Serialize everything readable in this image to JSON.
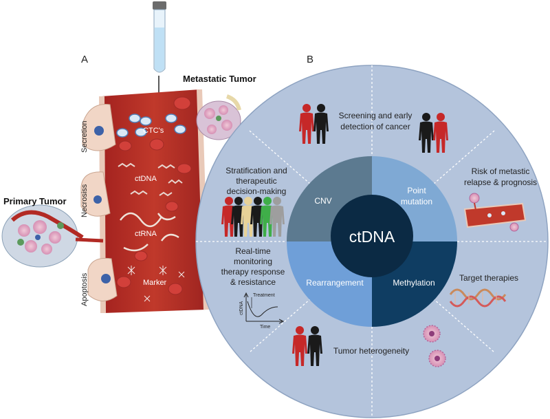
{
  "panel_a": {
    "letter": "A",
    "metastatic_tumor": "Metastatic Tumor",
    "primary_tumor": "Primary Tumor",
    "processes": {
      "secretion": "Secretion",
      "necrosis": "Necrosiss",
      "apoptosis": "Apoptosis"
    },
    "vessel_labels": {
      "ctc": "CTC's",
      "ctdna": "ctDNA",
      "ctrna": "ctRNA",
      "marker": "Marker"
    }
  },
  "panel_b": {
    "letter": "B",
    "center": "ctDNA",
    "quadrants": {
      "cnv": "CNV",
      "point_mutation": [
        "Point",
        "mutation"
      ],
      "rearrangement": "Rearrangement",
      "methylation": "Methylation"
    },
    "applications": {
      "screening": [
        "Screening and early",
        "detection of cancer"
      ],
      "risk": [
        "Risk of metastic",
        "relapse & prognosis"
      ],
      "target": "Target therapies",
      "heterogeneity": "Tumor heterogeneity",
      "monitoring": [
        "Real-time",
        "monitoring",
        "therapy response",
        "& resistance"
      ],
      "stratification": [
        "Stratification and",
        "therapeutic",
        "decision-making"
      ]
    },
    "mini_chart": {
      "ylabel": "ctDNA",
      "xlabel": "Time",
      "annotation": "Treatment"
    }
  },
  "colors": {
    "outer_ring": "#b4c4dc",
    "cnv": "#5c7a90",
    "point_mutation": "#7fa9d4",
    "rearrangement": "#6f9fd8",
    "methylation": "#0f3d62",
    "center": "#0b2a44",
    "vessel": "#b8312b",
    "figure_red": "#c62828",
    "figure_black": "#1a1a1a"
  }
}
